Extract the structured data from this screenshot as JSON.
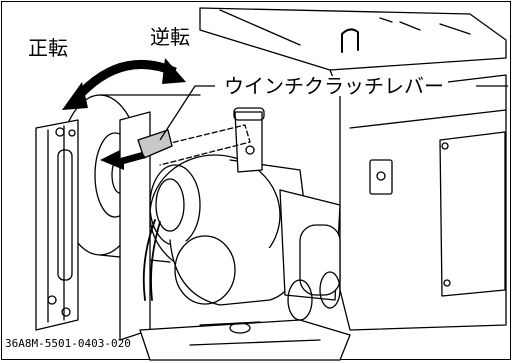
{
  "labels": {
    "forward_rotation": "正転",
    "reverse_rotation": "逆転",
    "winch_clutch_lever": "ウインチクラッチレバー"
  },
  "figure_code": "36A8M-5501-0403-020",
  "colors": {
    "line": "#000000",
    "background": "#ffffff",
    "lever_fill": "#c8c8c8"
  }
}
